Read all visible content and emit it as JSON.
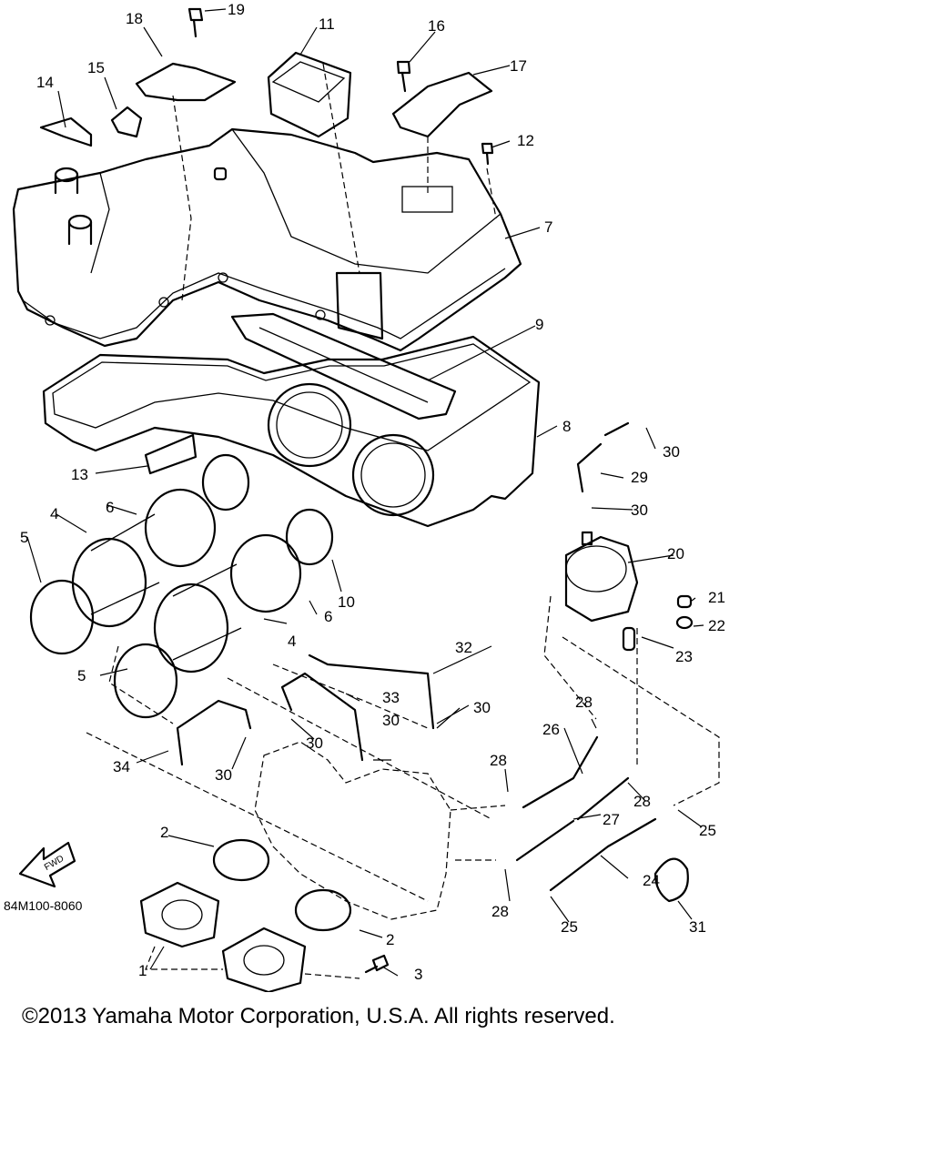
{
  "diagram": {
    "code": "84M100-8060",
    "fwd_label": "FWD",
    "callouts": [
      {
        "id": "c1",
        "text": "1"
      },
      {
        "id": "c2a",
        "text": "2"
      },
      {
        "id": "c2b",
        "text": "2"
      },
      {
        "id": "c3",
        "text": "3"
      },
      {
        "id": "c4a",
        "text": "4"
      },
      {
        "id": "c4b",
        "text": "4"
      },
      {
        "id": "c5a",
        "text": "5"
      },
      {
        "id": "c5b",
        "text": "5"
      },
      {
        "id": "c6a",
        "text": "6"
      },
      {
        "id": "c6b",
        "text": "6"
      },
      {
        "id": "c7",
        "text": "7"
      },
      {
        "id": "c8",
        "text": "8"
      },
      {
        "id": "c9",
        "text": "9"
      },
      {
        "id": "c10",
        "text": "10"
      },
      {
        "id": "c11",
        "text": "11"
      },
      {
        "id": "c12",
        "text": "12"
      },
      {
        "id": "c13",
        "text": "13"
      },
      {
        "id": "c14",
        "text": "14"
      },
      {
        "id": "c15",
        "text": "15"
      },
      {
        "id": "c16",
        "text": "16"
      },
      {
        "id": "c17",
        "text": "17"
      },
      {
        "id": "c18",
        "text": "18"
      },
      {
        "id": "c19",
        "text": "19"
      },
      {
        "id": "c20",
        "text": "20"
      },
      {
        "id": "c21",
        "text": "21"
      },
      {
        "id": "c22",
        "text": "22"
      },
      {
        "id": "c23",
        "text": "23"
      },
      {
        "id": "c24",
        "text": "24"
      },
      {
        "id": "c25a",
        "text": "25"
      },
      {
        "id": "c25b",
        "text": "25"
      },
      {
        "id": "c26",
        "text": "26"
      },
      {
        "id": "c27",
        "text": "27"
      },
      {
        "id": "c28a",
        "text": "28"
      },
      {
        "id": "c28b",
        "text": "28"
      },
      {
        "id": "c28c",
        "text": "28"
      },
      {
        "id": "c28d",
        "text": "28"
      },
      {
        "id": "c29",
        "text": "29"
      },
      {
        "id": "c30a",
        "text": "30"
      },
      {
        "id": "c30b",
        "text": "30"
      },
      {
        "id": "c30c",
        "text": "30"
      },
      {
        "id": "c30d",
        "text": "30"
      },
      {
        "id": "c30e",
        "text": "30"
      },
      {
        "id": "c30f",
        "text": "30"
      },
      {
        "id": "c31",
        "text": "31"
      },
      {
        "id": "c32",
        "text": "32"
      },
      {
        "id": "c33",
        "text": "33"
      },
      {
        "id": "c34",
        "text": "34"
      }
    ]
  },
  "footer": {
    "copyright": "©2013 Yamaha Motor Corporation, U.S.A. All rights reserved."
  }
}
